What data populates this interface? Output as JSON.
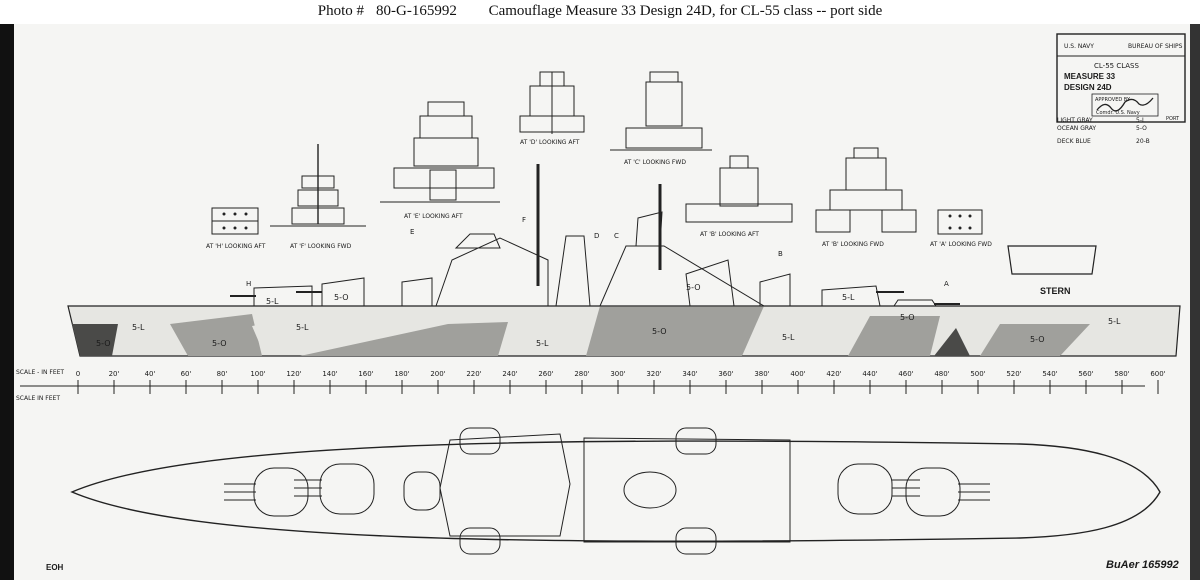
{
  "caption": {
    "photo_label": "Photo #",
    "photo_number": "80-G-165992",
    "title": "Camouflage Measure 33 Design 24D, for CL-55 class -- port side"
  },
  "title_block": {
    "org_left": "U.S. NAVY",
    "org_right": "BUREAU OF SHIPS",
    "ship_class": "CL-55 CLASS",
    "measure": "MEASURE 33",
    "design": "DESIGN 24D",
    "approved": "APPROVED BY",
    "signature": "Comdr. U.S. Navy",
    "side": "PORT"
  },
  "legend": [
    {
      "name": "LIGHT GRAY",
      "code": "5-L",
      "color": "#e6e6e2"
    },
    {
      "name": "OCEAN GRAY",
      "code": "5-O",
      "color": "#a0a09c"
    },
    {
      "name": "DECK BLUE",
      "code": "20-B",
      "color": "#4a4a48"
    }
  ],
  "views": {
    "h": "AT 'H' LOOKING AFT",
    "f": "AT 'F' LOOKING FWD",
    "e": "AT 'E' LOOKING AFT",
    "d": "AT 'D' LOOKING AFT",
    "c": "AT 'C' LOOKING FWD",
    "b": "AT 'B' LOOKING AFT",
    "a_fwd": "AT 'B' LOOKING FWD",
    "a": "AT 'A' LOOKING FWD",
    "stern": "STERN"
  },
  "hull_labels": {
    "stern_5l": "5-L",
    "stern_5o": "5-O",
    "aft_5l": "5-L",
    "aft_5o": "5-O",
    "turret_aft_5l": "5-L",
    "turret_aft_5o": "5-O",
    "mid_5l": "5-L",
    "mid_5o": "5-O",
    "super_5o": "5-O",
    "fwd_5l": "5-L",
    "fwd_5o": "5-O",
    "turret_fwd_5l": "5-L",
    "bow_5l": "5-L",
    "bow_5o": "5-O"
  },
  "markers": {
    "h": "H",
    "f": "F",
    "e": "E",
    "d": "D",
    "c": "C",
    "b": "B",
    "a": "A"
  },
  "scale": {
    "label_top": "SCALE - IN FEET",
    "label_bottom": "SCALE IN FEET",
    "ticks": [
      "0",
      "20'",
      "40'",
      "60'",
      "80'",
      "100'",
      "120'",
      "140'",
      "160'",
      "180'",
      "200'",
      "220'",
      "240'",
      "260'",
      "280'",
      "300'",
      "320'",
      "340'",
      "360'",
      "380'",
      "400'",
      "420'",
      "440'",
      "460'",
      "480'",
      "500'",
      "520'",
      "540'",
      "560'",
      "580'",
      "600'"
    ]
  },
  "footer": {
    "initials": "EOH",
    "archive_number": "BuAer 165992"
  }
}
